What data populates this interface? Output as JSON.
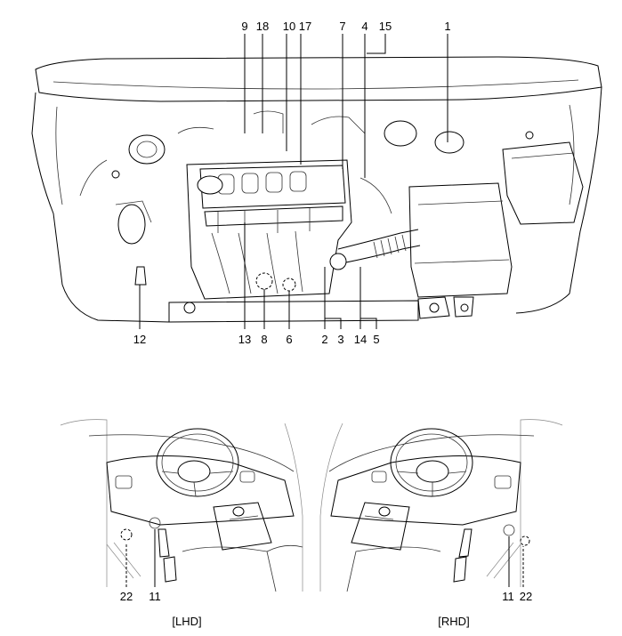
{
  "engine_callouts": {
    "c1": "1",
    "c2": "2",
    "c3": "3",
    "c4": "4",
    "c5": "5",
    "c6": "6",
    "c7": "7",
    "c8": "8",
    "c9": "9",
    "c10": "10",
    "c12": "12",
    "c13": "13",
    "c14": "14",
    "c15": "15",
    "c17": "17",
    "c18": "18"
  },
  "lhd": {
    "caption": "[LHD]",
    "c22": "22",
    "c11": "11"
  },
  "rhd": {
    "caption": "[RHD]",
    "c11": "11",
    "c22": "22"
  }
}
